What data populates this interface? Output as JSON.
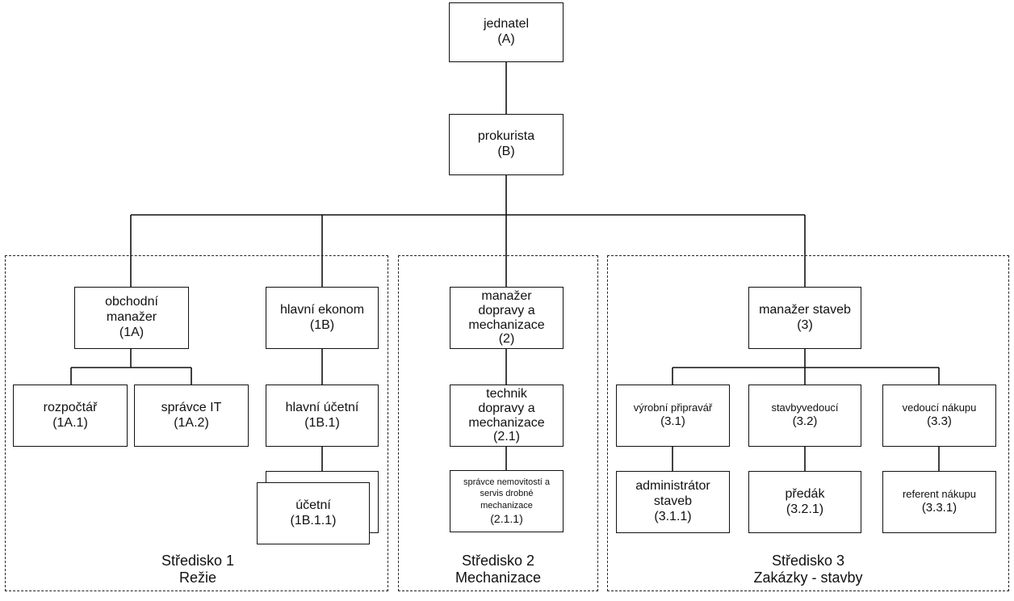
{
  "nodes": {
    "jednatel": {
      "title": "jednatel",
      "code": "(A)"
    },
    "prokurista": {
      "title": "prokurista",
      "code": "(B)"
    },
    "obchodni_manazer": {
      "title": "obchodní manažer",
      "code": "(1A)"
    },
    "rozpoctar": {
      "title": "rozpočtář",
      "code": "(1A.1)"
    },
    "spravce_it": {
      "title": "správce IT",
      "code": "(1A.2)"
    },
    "hlavni_ekonom": {
      "title": "hlavní ekonom",
      "code": "(1B)"
    },
    "hlavni_ucetni": {
      "title": "hlavní účetní",
      "code": "(1B.1)"
    },
    "ucetni": {
      "title": "účetní",
      "code": "(1B.1.1)"
    },
    "manazer_dopravy": {
      "title": "manažer dopravy a mechanizace",
      "code": "(2)"
    },
    "technik_dopravy": {
      "title": "technik dopravy a mechanizace",
      "code": "(2.1)"
    },
    "spravce_nemovitosti": {
      "title": "správce nemovitostí a servis drobné mechanizace",
      "code": "(2.1.1)"
    },
    "manazer_staveb": {
      "title": "manažer staveb",
      "code": "(3)"
    },
    "vyrobni_pripravar": {
      "title": "výrobní připravář",
      "code": "(3.1)"
    },
    "stavbyvedouci": {
      "title": "stavbyvedoucí",
      "code": "(3.2)"
    },
    "vedouci_nakupu": {
      "title": "vedoucí nákupu",
      "code": "(3.3)"
    },
    "administrator_staveb": {
      "title": "administrátor staveb",
      "code": "(3.1.1)"
    },
    "predak": {
      "title": "předák",
      "code": "(3.2.1)"
    },
    "referent_nakupu": {
      "title": "referent nákupu",
      "code": "(3.3.1)"
    }
  },
  "regions": {
    "stredisko1": {
      "name": "Středisko 1",
      "subtitle": "Režie"
    },
    "stredisko2": {
      "name": "Středisko 2",
      "subtitle": "Mechanizace"
    },
    "stredisko3": {
      "name": "Středisko 3",
      "subtitle": "Zakázky - stavby"
    }
  }
}
